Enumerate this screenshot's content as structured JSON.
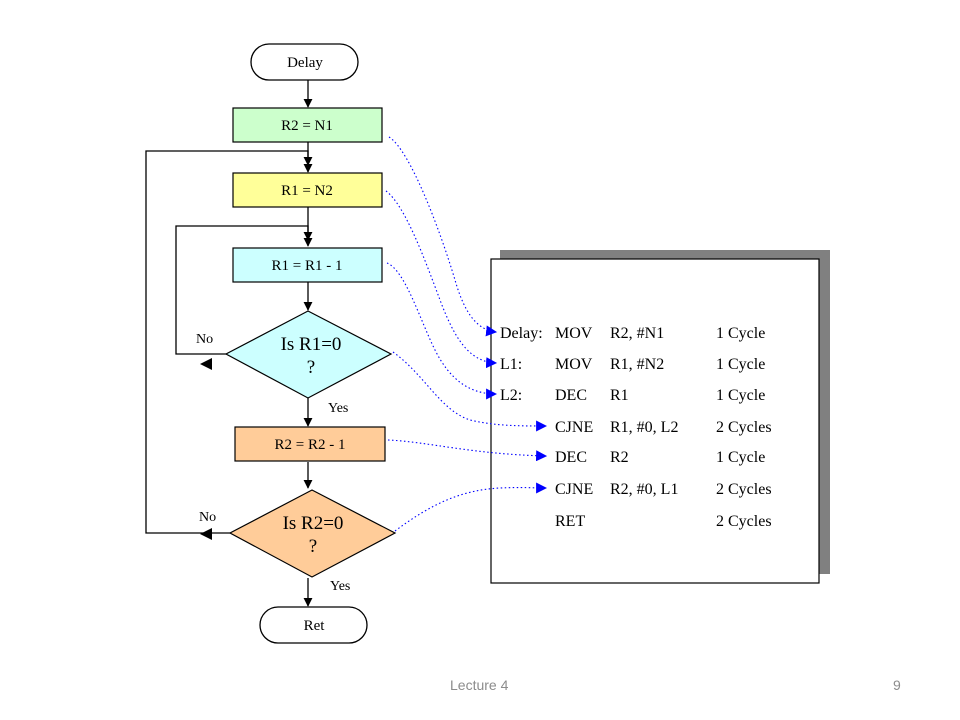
{
  "flowchart": {
    "start": "Delay",
    "steps": [
      {
        "label": "R2 = N1",
        "color": "#ccffcc"
      },
      {
        "label": "R1 = N2",
        "color": "#ffff99"
      },
      {
        "label": "R1 = R1 - 1",
        "color": "#ccffff"
      }
    ],
    "decision1": {
      "line1": "Is R1=0",
      "line2": "?",
      "no": "No",
      "yes": "Yes",
      "color": "#ccffff"
    },
    "step4": {
      "label": "R2 = R2 - 1",
      "color": "#ffcc99"
    },
    "decision2": {
      "line1": "Is R2=0",
      "line2": "?",
      "no": "No",
      "yes": "Yes",
      "color": "#ffcc99"
    },
    "end": "Ret"
  },
  "code": {
    "rows": [
      {
        "label": "Delay:",
        "op": "MOV",
        "args": "R2, #N1",
        "cycles": "1 Cycle"
      },
      {
        "label": "L1:",
        "op": "MOV",
        "args": "R1, #N2",
        "cycles": "1 Cycle"
      },
      {
        "label": "L2:",
        "op": "DEC",
        "args": "R1",
        "cycles": "1 Cycle"
      },
      {
        "label": "",
        "op": "CJNE",
        "args": "R1, #0, L2",
        "cycles": "2 Cycles"
      },
      {
        "label": "",
        "op": "DEC",
        "args": "R2",
        "cycles": "1 Cycle"
      },
      {
        "label": "",
        "op": "CJNE",
        "args": "R2, #0, L1",
        "cycles": "2 Cycles"
      },
      {
        "label": "",
        "op": "RET",
        "args": "",
        "cycles": "2 Cycles"
      }
    ]
  },
  "colors": {
    "arrow_link": "#0000ff",
    "shadow": "#808080"
  },
  "footer": {
    "label": "Lecture 4",
    "page": "9"
  }
}
